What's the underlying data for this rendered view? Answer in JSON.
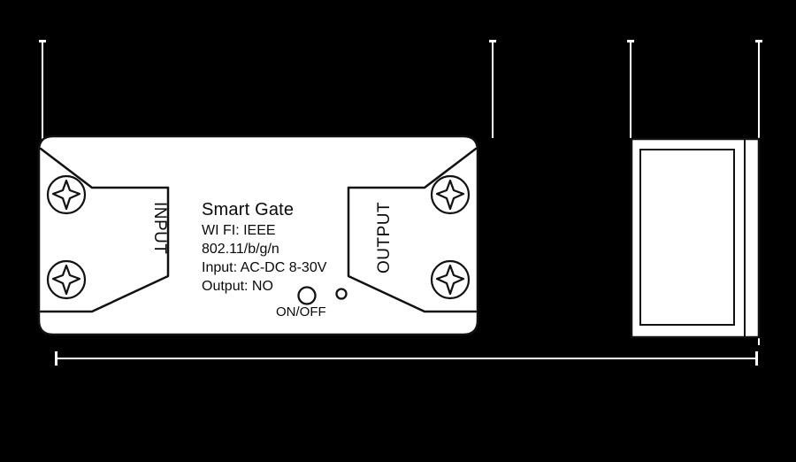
{
  "drawing": {
    "background_color": "#000000",
    "line_color": "#ffffff",
    "body_fill": "#ffffff",
    "text_color": "#0a0a0a"
  },
  "device_label": {
    "title": "Smart Gate",
    "wifi_standard_label": "WI FI: IEEE",
    "wifi_standard_value": "802.11/b/g/n",
    "input_spec": "Input: AC-DC 8-30V",
    "output_spec": "Output: NO",
    "button_caption": "ON/OFF"
  },
  "connectors": {
    "input_caption": "INPUT",
    "output_caption": "OUTPUT"
  },
  "dimensions": {
    "top_caption": "",
    "depth_caption": "",
    "bottom_caption": ""
  }
}
